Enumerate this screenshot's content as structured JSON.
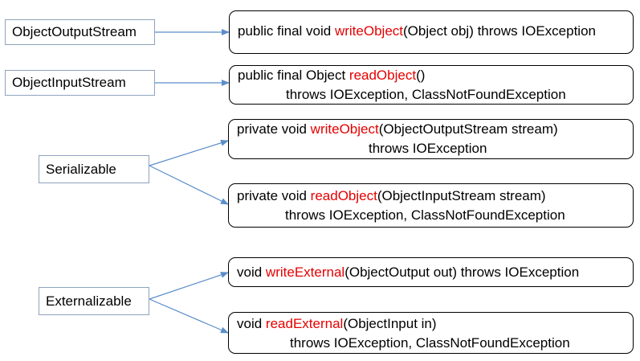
{
  "colors": {
    "method_name": "#e60000",
    "arrow": "#5b8ec9",
    "class_border": "#8fa3bd"
  },
  "classes": [
    {
      "id": "oos",
      "label": "ObjectOutputStream"
    },
    {
      "id": "ois",
      "label": "ObjectInputStream"
    },
    {
      "id": "ser",
      "label": "Serializable"
    },
    {
      "id": "ext",
      "label": "Externalizable"
    }
  ],
  "methods": [
    {
      "lines": [
        {
          "pre": "public final void ",
          "name": "writeObject",
          "post": "(Object obj) throws IOException"
        }
      ]
    },
    {
      "lines": [
        {
          "pre": "public final Object ",
          "name": "readObject",
          "post": "()"
        },
        {
          "pre": "throws IOException, ClassNotFoundException",
          "name": "",
          "post": ""
        }
      ]
    },
    {
      "lines": [
        {
          "pre": "private void ",
          "name": "writeObject",
          "post": "(ObjectOutputStream stream)"
        },
        {
          "pre": "throws IOException",
          "name": "",
          "post": ""
        }
      ]
    },
    {
      "lines": [
        {
          "pre": "private void ",
          "name": "readObject",
          "post": "(ObjectInputStream stream)"
        },
        {
          "pre": "throws IOException, ClassNotFoundException",
          "name": "",
          "post": ""
        }
      ]
    },
    {
      "lines": [
        {
          "pre": "void ",
          "name": "writeExternal",
          "post": "(ObjectOutput out) throws IOException"
        }
      ]
    },
    {
      "lines": [
        {
          "pre": "void ",
          "name": "readExternal",
          "post": "(ObjectInput in)"
        },
        {
          "pre": "throws IOException, ClassNotFoundException",
          "name": "",
          "post": ""
        }
      ]
    }
  ]
}
